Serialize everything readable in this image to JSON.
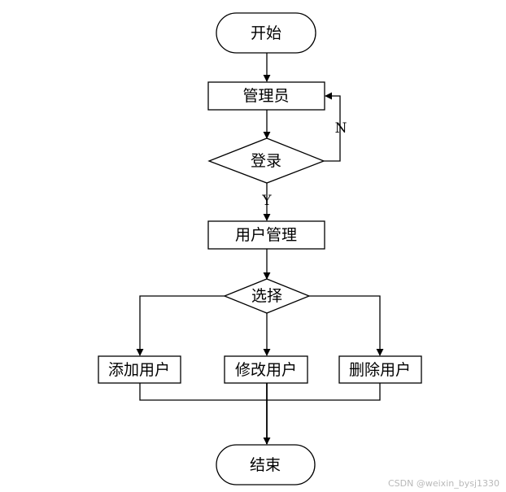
{
  "nodes": {
    "start": "开始",
    "admin": "管理员",
    "login": "登录",
    "user_mgmt": "用户管理",
    "choose": "选择",
    "add_user": "添加用户",
    "edit_user": "修改用户",
    "delete_user": "删除用户",
    "end": "结束"
  },
  "edges": {
    "no_label": "N",
    "yes_label": "Y"
  },
  "watermark": "CSDN @weixin_bysj1330",
  "colors": {
    "stroke": "#000000",
    "background": "#ffffff",
    "watermark": "#b9b9b9"
  }
}
